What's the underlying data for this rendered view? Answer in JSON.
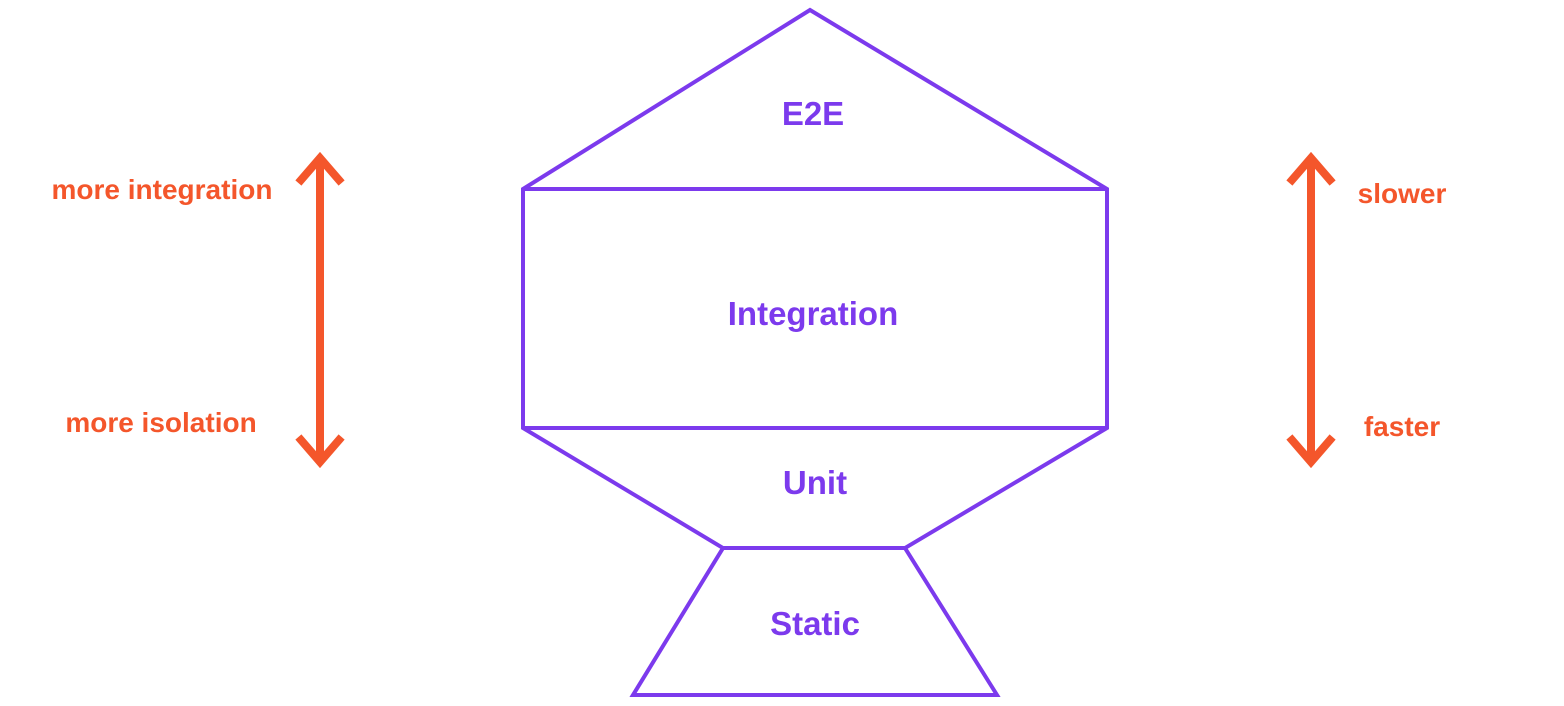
{
  "diagram": {
    "levels": [
      {
        "label": "E2E"
      },
      {
        "label": "Integration"
      },
      {
        "label": "Unit"
      },
      {
        "label": "Static"
      }
    ],
    "left_scale": {
      "top": "more integration",
      "bottom": "more isolation"
    },
    "right_scale": {
      "top": "slower",
      "bottom": "faster"
    },
    "colors": {
      "trophy": "#7C3AED",
      "arrows": "#F4562B",
      "background": "#FFFFFF"
    }
  }
}
